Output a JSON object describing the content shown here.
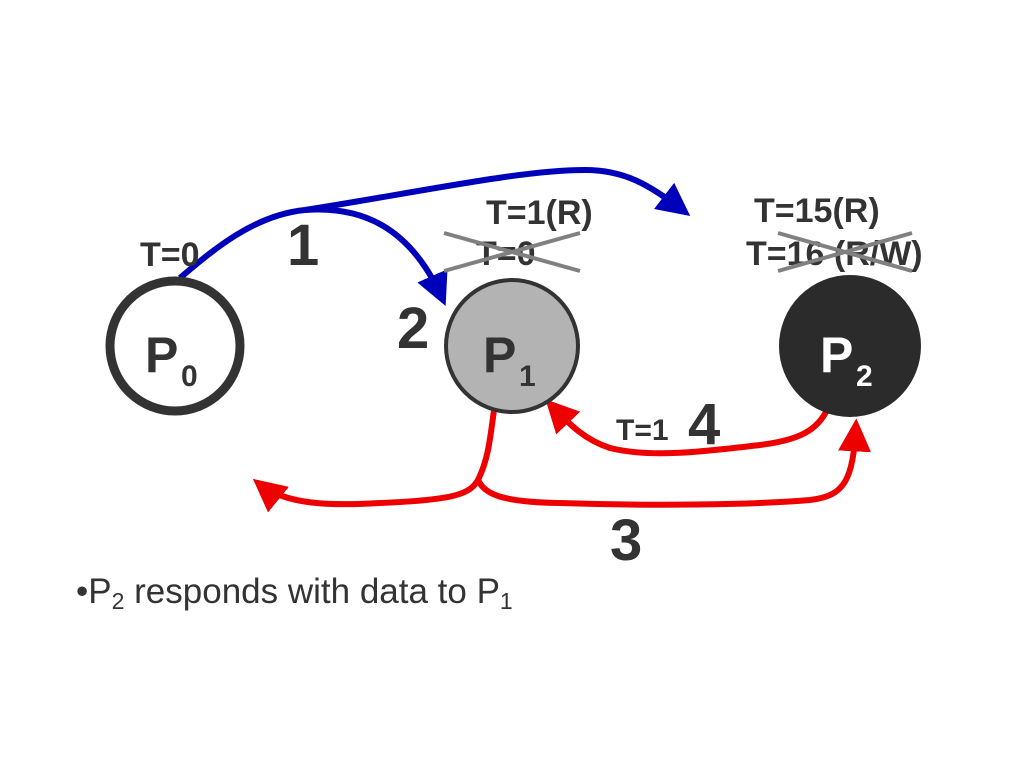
{
  "nodes": {
    "p0": {
      "name": "P",
      "sub": "0",
      "fill": "#ffffff",
      "stroke": "#333333",
      "text_color": "#333333"
    },
    "p1": {
      "name": "P",
      "sub": "1",
      "fill": "#b3b3b3",
      "stroke": "#333333",
      "text_color": "#333333"
    },
    "p2": {
      "name": "P",
      "sub": "2",
      "fill": "#2b2b2b",
      "stroke": "#2b2b2b",
      "text_color": "#ffffff"
    }
  },
  "timestamps": {
    "p0": "T=0",
    "p1_current": "T=1(R)",
    "p1_old": "T=0",
    "p2_current": "T=15(R)",
    "p2_old": "T=16 (R/W)",
    "reply": "T=1"
  },
  "steps": [
    "1",
    "2",
    "3",
    "4"
  ],
  "colors": {
    "request_arrow": "#0000bb",
    "response_arrow": "#ee0000",
    "strike": "#808080",
    "text": "#333333"
  },
  "caption": {
    "bullet": "•",
    "parts": [
      "P",
      "2",
      " responds with data to P",
      "1"
    ]
  }
}
